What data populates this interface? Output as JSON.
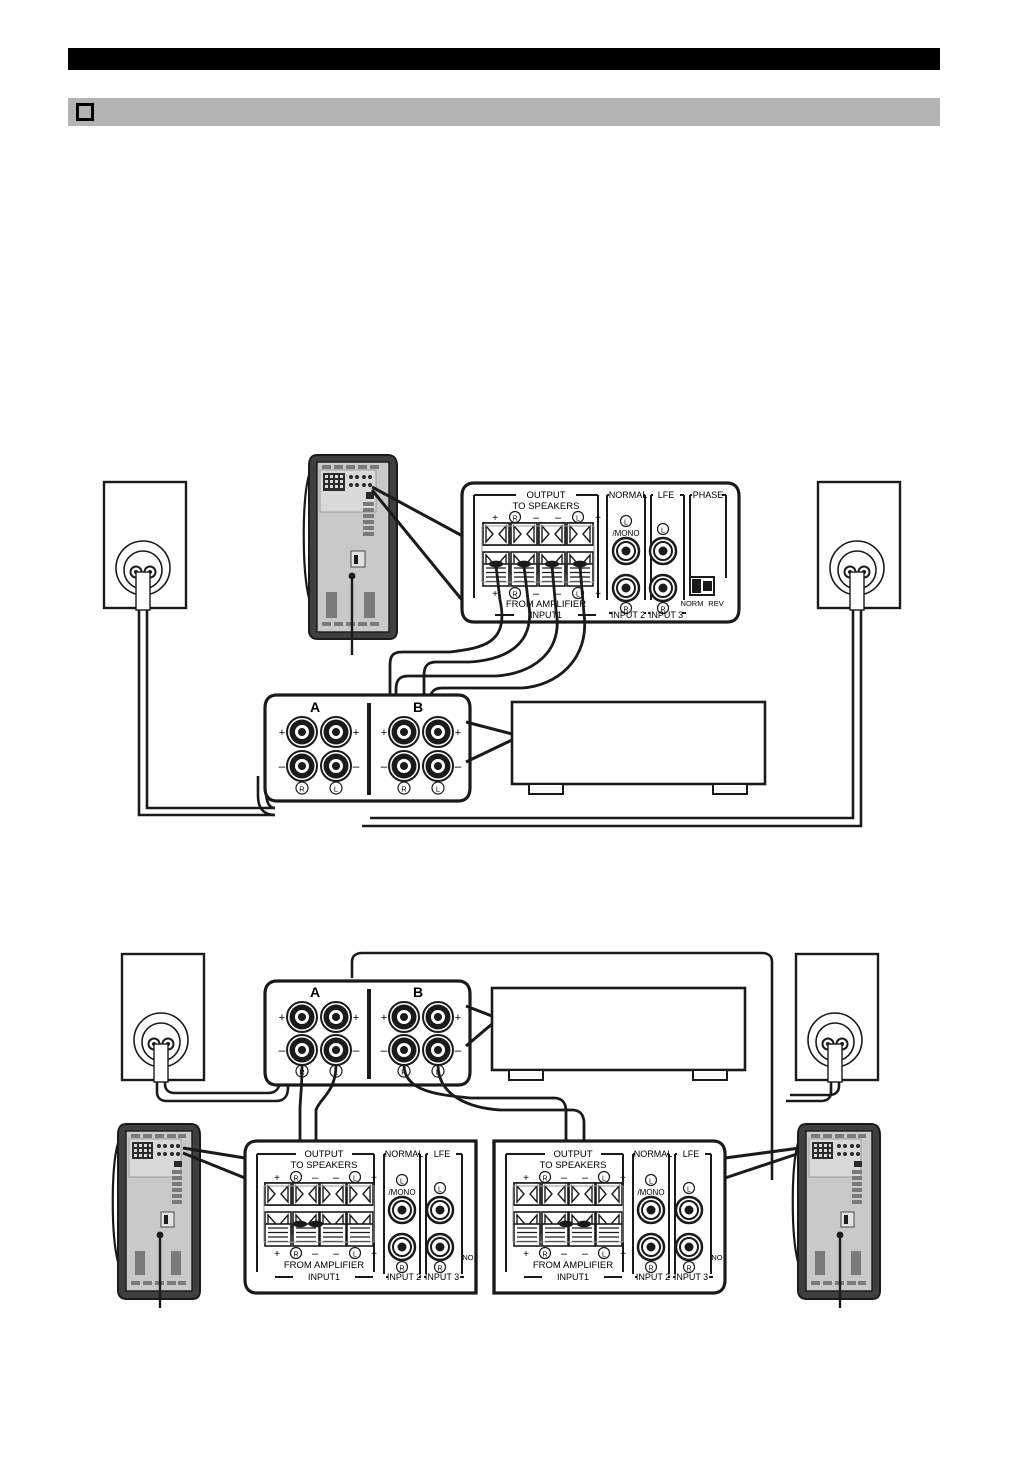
{
  "page": {
    "header_bar": "",
    "section_bar": "",
    "section_marker_icon": "square-outline-icon"
  },
  "labels": {
    "output": "OUTPUT",
    "to_speakers": "TO SPEAKERS",
    "from_amplifier": "FROM AMPLIFIER",
    "input1": "INPUT1",
    "input2": "INPUT 2",
    "input3": "INPUT 3",
    "normal": "NORMAL",
    "lfe": "LFE",
    "phase": "PHASE",
    "norm": "NORM",
    "rev": "REV",
    "l_mono": "/MONO",
    "plus": "+",
    "minus": "–",
    "right_ch": "R",
    "left_ch": "L",
    "terminal_a": "A",
    "terminal_b": "B",
    "cut_off_text": "NO"
  },
  "diagram_top": {
    "name": "single-subwoofer-connection",
    "devices": [
      {
        "name": "left-speaker",
        "type": "speaker-box"
      },
      {
        "name": "right-speaker",
        "type": "speaker-box"
      },
      {
        "name": "subwoofer",
        "type": "subwoofer-tower"
      },
      {
        "name": "amplifier",
        "type": "amplifier-box"
      },
      {
        "name": "subwoofer-rear-panel-detail",
        "type": "panel-callout"
      },
      {
        "name": "amplifier-terminal-detail",
        "type": "panel-callout"
      }
    ],
    "panel": {
      "output_row_marks": [
        "+",
        "R",
        "–",
        "–",
        "L",
        "+"
      ],
      "input_row_marks": [
        "+",
        "R",
        "–",
        "–",
        "L",
        "+"
      ],
      "jacks": [
        "L/MONO",
        "R",
        "L",
        "R"
      ],
      "switch": {
        "left": "NORM",
        "right": "REV"
      }
    }
  },
  "diagram_bottom": {
    "name": "dual-subwoofer-connection",
    "devices": [
      {
        "name": "left-speaker",
        "type": "speaker-box"
      },
      {
        "name": "right-speaker",
        "type": "speaker-box"
      },
      {
        "name": "left-subwoofer",
        "type": "subwoofer-tower"
      },
      {
        "name": "right-subwoofer",
        "type": "subwoofer-tower"
      },
      {
        "name": "amplifier",
        "type": "amplifier-box"
      },
      {
        "name": "left-subwoofer-rear-panel-detail",
        "type": "panel-callout"
      },
      {
        "name": "right-subwoofer-rear-panel-detail",
        "type": "panel-callout"
      },
      {
        "name": "amplifier-terminal-detail",
        "type": "panel-callout"
      }
    ]
  },
  "colors": {
    "line": "#1a1a1a",
    "body_fill": "#c8c8c8",
    "dark_fill": "#3a3a3a",
    "header_black": "#000000",
    "header_gray": "#b3b3b3",
    "white": "#ffffff"
  }
}
